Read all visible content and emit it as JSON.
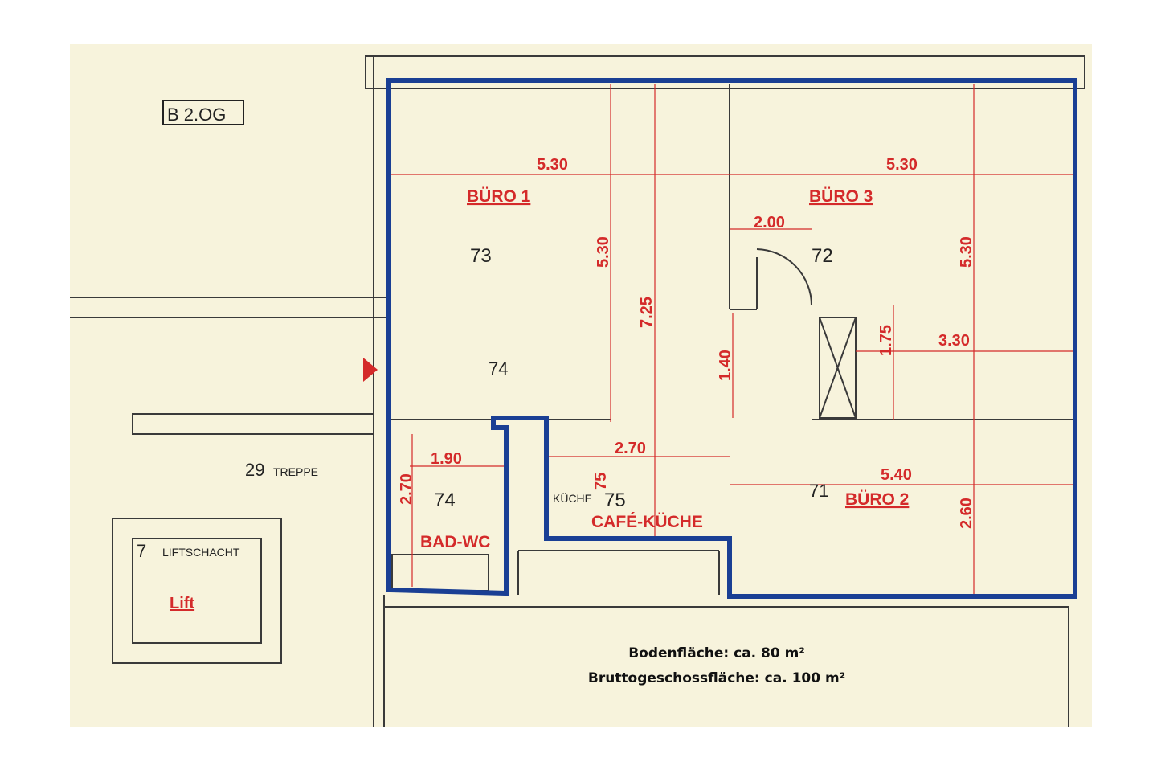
{
  "plan": {
    "floor_label": "B 2.OG",
    "colors": {
      "paper": "#f7f3dc",
      "outline": "#1a3f94",
      "annotation": "#d42a2a",
      "drawing": "#3a3a3a"
    },
    "rooms": [
      {
        "name": "BÜRO 1",
        "number": "73"
      },
      {
        "name": "BÜRO 3",
        "number": "72"
      },
      {
        "name": "BÜRO 2",
        "number": "71"
      },
      {
        "name": "CAFÉ-KÜCHE",
        "number": "75"
      },
      {
        "name": "BAD-WC",
        "number": "74"
      }
    ],
    "corridor_number": "74",
    "kitchen_label": "KÜCHE",
    "stair": {
      "number": "29",
      "label": "TREPPE"
    },
    "lift_shaft": {
      "number": "7",
      "label": "LIFTSCHACHT"
    },
    "lift_label": "Lift",
    "dimensions": [
      "5.30",
      "5.30",
      "5.30",
      "7.25",
      "2.00",
      "5.30",
      "1.75",
      "3.30",
      "1.40",
      "2.70",
      "1.90",
      "2.70",
      "75",
      "5.40",
      "2.60"
    ],
    "summary": {
      "floor_area": "Bodenfläche: ca. 80 m²",
      "gross_area": "Bruttogeschossfläche: ca. 100 m²"
    }
  }
}
